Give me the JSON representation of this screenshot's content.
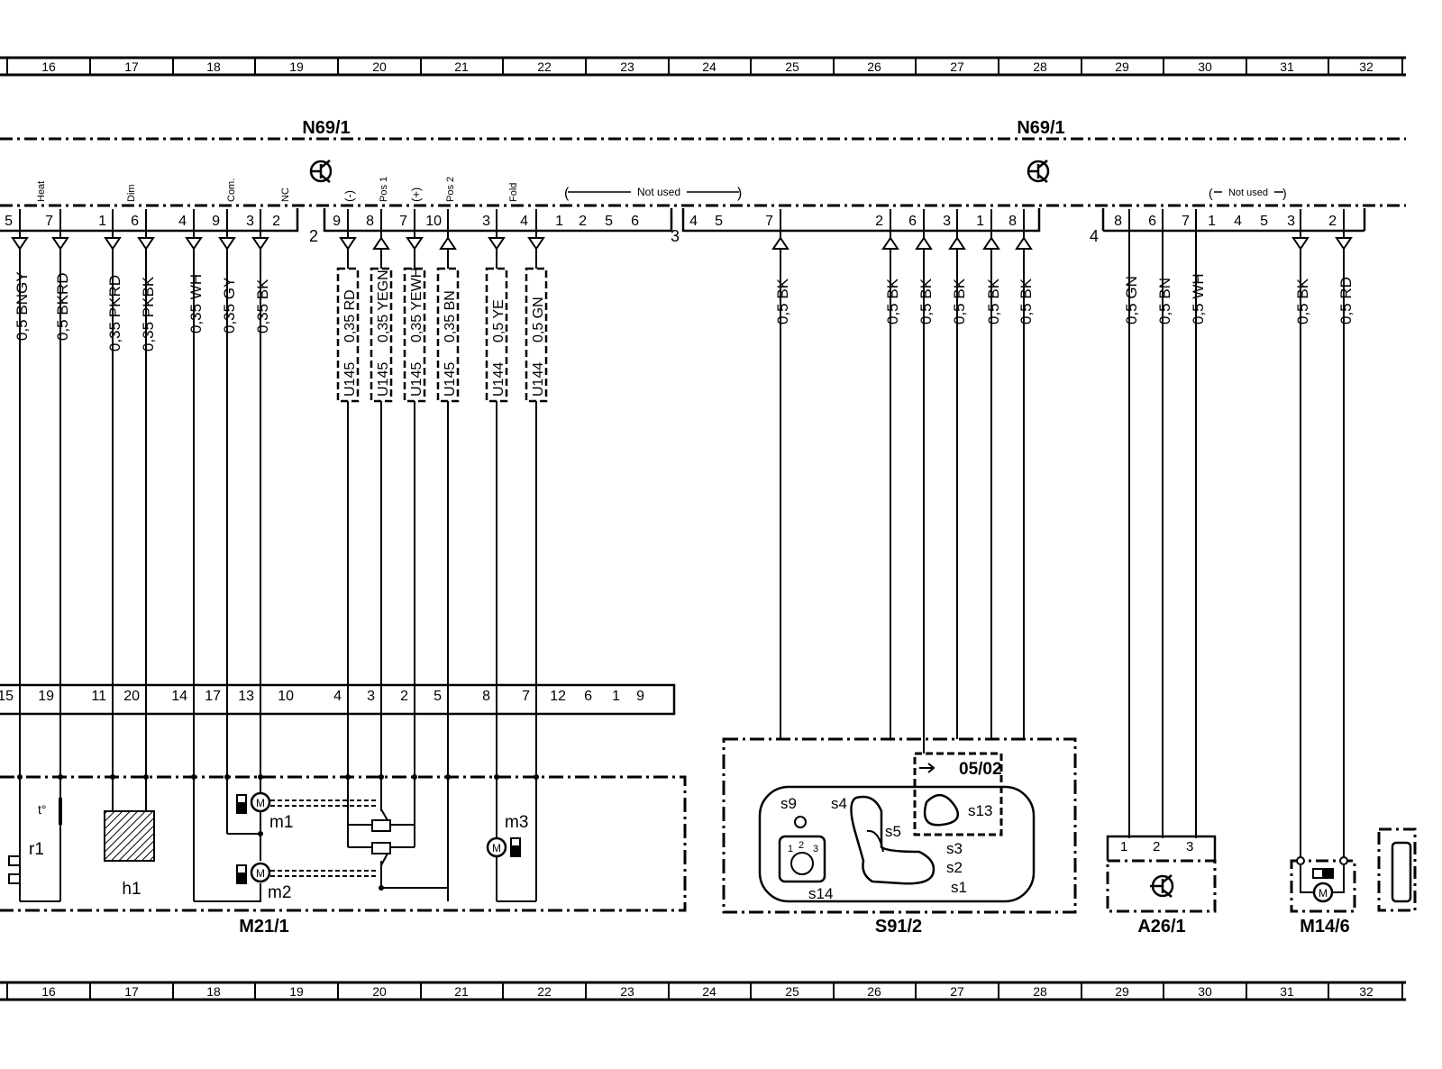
{
  "grid": {
    "columns": [
      "16",
      "17",
      "18",
      "19",
      "20",
      "21",
      "22",
      "23",
      "24",
      "25",
      "26",
      "27",
      "28",
      "29",
      "30",
      "31",
      "32"
    ]
  },
  "modules": {
    "left": "N69/1",
    "right": "N69/1"
  },
  "connectors": {
    "c2": "2",
    "c3": "3",
    "c4": "4"
  },
  "signals": {
    "heat": "Heat",
    "dim": "Dim",
    "com": "Com.",
    "nc": "NC",
    "minus": "(-)",
    "pos1": "Pos 1",
    "plus": "(+)",
    "pos2": "Pos 2",
    "fold": "Fold",
    "not_used_1": "Not used",
    "not_used_2": "Not used"
  },
  "pins_c1": [
    "5",
    "7",
    "1",
    "6",
    "4",
    "9",
    "3",
    "2"
  ],
  "pins_c2": [
    "9",
    "8",
    "7",
    "10",
    "3",
    "4",
    "1",
    "2",
    "5",
    "6"
  ],
  "pins_c3": [
    "4",
    "5",
    "7",
    "2",
    "6",
    "3",
    "1",
    "8"
  ],
  "pins_c4": [
    "8",
    "6",
    "7",
    "1",
    "4",
    "5",
    "3",
    "2"
  ],
  "wires_left": [
    "0,5 BNGY",
    "0,5 BKRD",
    "0,35 PKRD",
    "0,35 PKBK",
    "0,35 WH",
    "0,35 GY",
    "0,35 BK"
  ],
  "wires_mid": [
    "0,35 RD",
    "0,35 YEGN",
    "0,35 YEWH",
    "0,35 BN",
    "0,5 YE",
    "0,5 GN"
  ],
  "wire_codes": [
    "U145",
    "U145",
    "U145",
    "U145",
    "U144",
    "U144"
  ],
  "wires_right": [
    "0,5 BK",
    "0,5 BK",
    "0,5 BK",
    "0,5 BK",
    "0,5 BK",
    "0,5 BK",
    "0,5 GN",
    "0,5 BN",
    "0,5 WH",
    "0,5 BK",
    "0,5 RD"
  ],
  "bottom_connector_pins": [
    "15",
    "19",
    "11",
    "20",
    "14",
    "17",
    "13",
    "10",
    "4",
    "3",
    "2",
    "5",
    "8",
    "7",
    "12",
    "6",
    "1",
    "9"
  ],
  "mirror": {
    "label": "M21/1",
    "r1": "r1",
    "h1": "h1",
    "m1": "m1",
    "m2": "m2",
    "m3": "m3",
    "temp_symbol": "t°",
    "motor_letter": "M"
  },
  "switch": {
    "label": "S91/2",
    "date": "05/02",
    "s1": "s1",
    "s2": "s2",
    "s3": "s3",
    "s4": "s4",
    "s5": "s5",
    "s9": "s9",
    "s13": "s13",
    "s14": "s14",
    "k1": "1",
    "k2": "2",
    "k3": "3"
  },
  "a26": {
    "label": "A26/1",
    "p1": "1",
    "p2": "2",
    "p3": "3"
  },
  "m14": {
    "label": "M14/6"
  }
}
